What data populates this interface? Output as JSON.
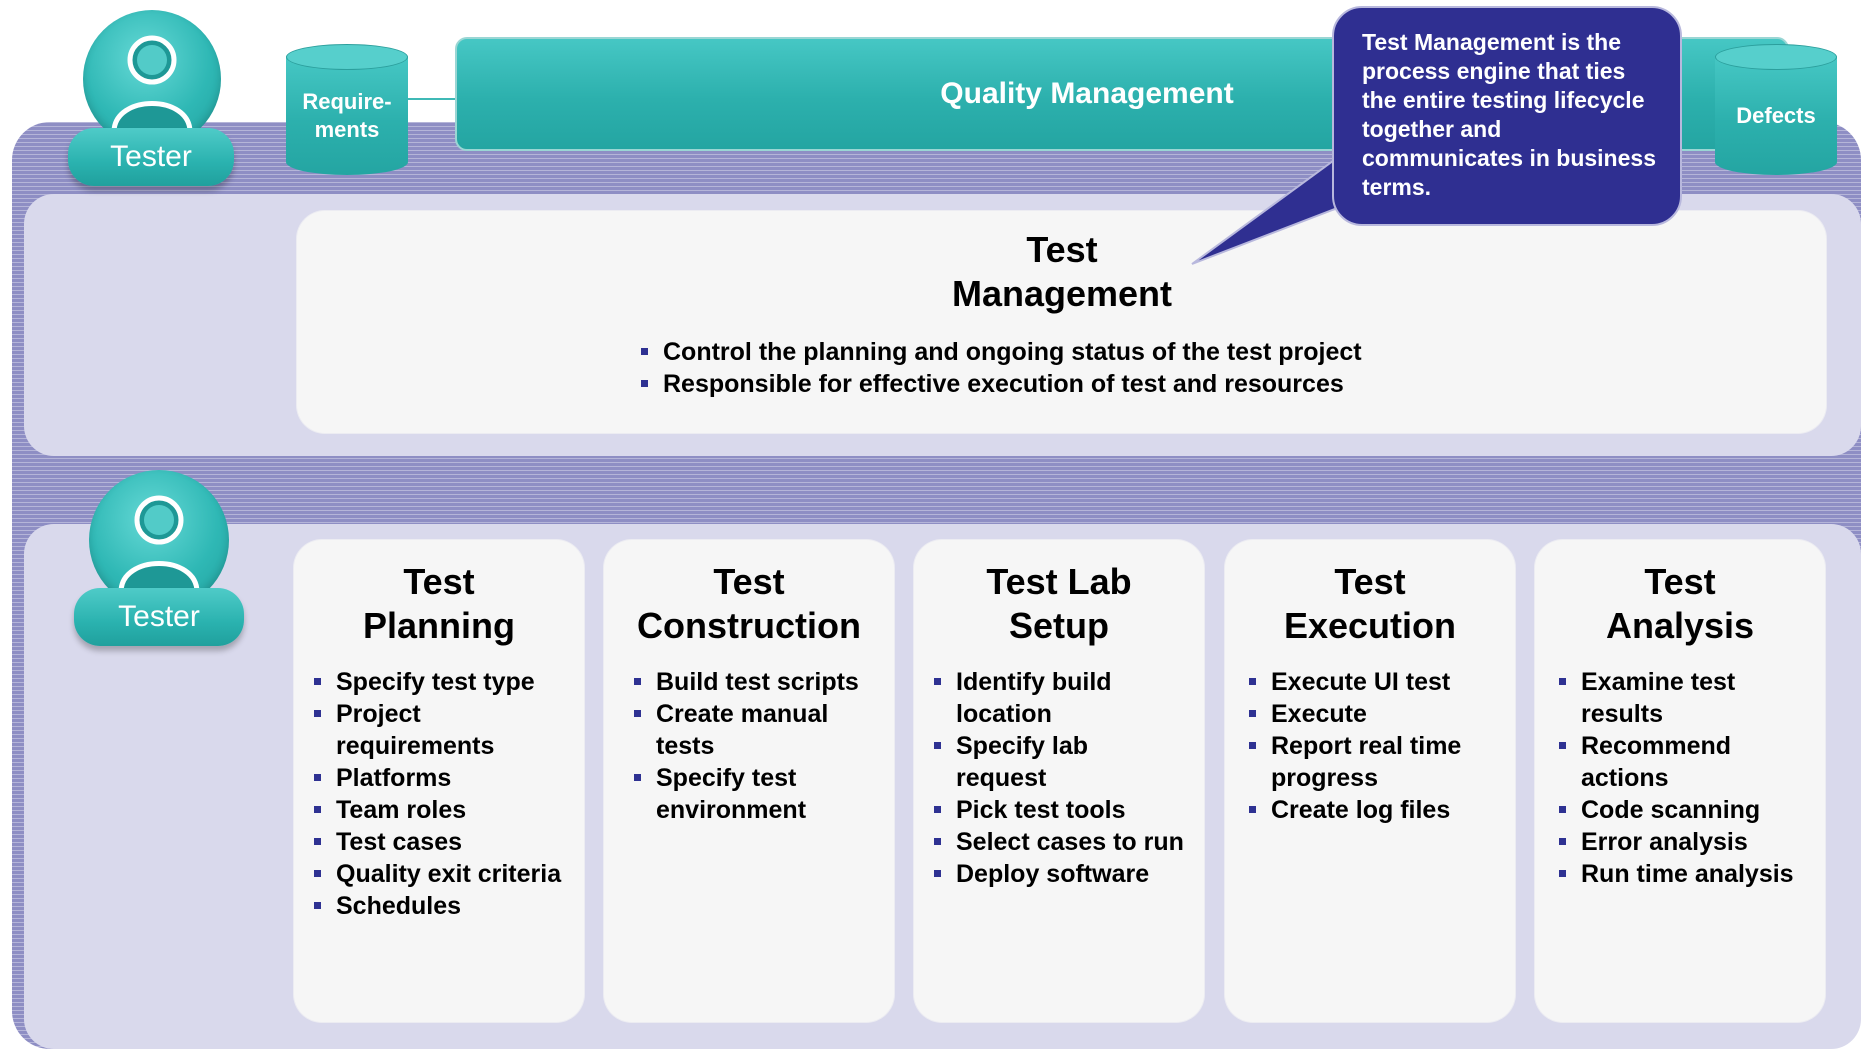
{
  "quality_management": {
    "label": "Quality Management"
  },
  "requirements": {
    "label": "Require-\nments"
  },
  "defects": {
    "label": "Defects"
  },
  "testers": [
    {
      "label": "Tester",
      "icon": "person-icon"
    },
    {
      "label": "Tester",
      "icon": "person-icon"
    }
  ],
  "callout": {
    "text": "Test Management is the process engine that ties the entire testing lifecycle together and communicates in business terms."
  },
  "test_management": {
    "title": "Test\nManagement",
    "bullets": [
      "Control the planning and ongoing status of the test project",
      "Responsible for effective execution of test and resources"
    ]
  },
  "phases": [
    {
      "title": "Test\nPlanning",
      "bullets": [
        "Specify test type",
        "Project requirements",
        "Platforms",
        "Team roles",
        "Test cases",
        "Quality exit criteria",
        "Schedules"
      ]
    },
    {
      "title": "Test\nConstruction",
      "bullets": [
        "Build test scripts",
        "Create  manual tests",
        "Specify test environment"
      ]
    },
    {
      "title": "Test Lab\nSetup",
      "bullets": [
        "Identify build location",
        "Specify lab request",
        "Pick test tools",
        "Select cases to run",
        "Deploy software"
      ]
    },
    {
      "title": "Test\nExecution",
      "bullets": [
        "Execute UI test",
        "Execute",
        "Report real time progress",
        "Create log files"
      ]
    },
    {
      "title": "Test\nAnalysis",
      "bullets": [
        "Examine test results",
        "Recommend actions",
        "Code scanning",
        "Error analysis",
        "Run time analysis"
      ]
    }
  ],
  "colors": {
    "teal": "#2cb0ad",
    "frame": "#8e8ec4",
    "band": "#d9d9ec",
    "panel": "#f6f6f6",
    "callout": "#2f2f91",
    "bullet": "#2e3192"
  }
}
